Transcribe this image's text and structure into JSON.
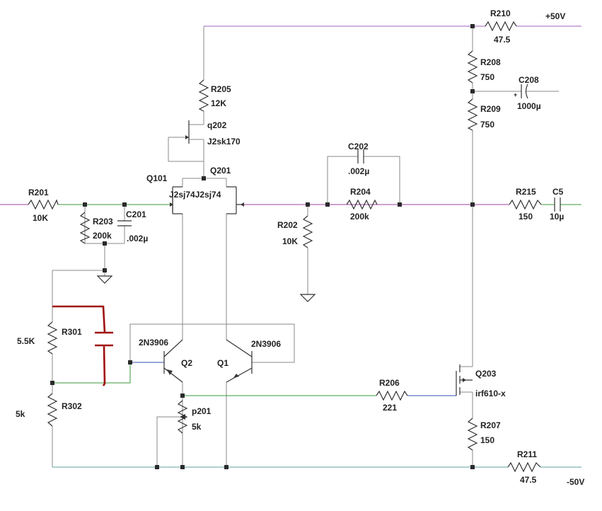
{
  "colors": {
    "wire_ground": "#8a8a8a",
    "wire_green": "#3a9a3a",
    "wire_purple": "#a040a0",
    "wire_supply_top": "#a060c0",
    "wire_supply_bottom": "#60a0a0",
    "wire_blue": "#3050b0",
    "annotation": "#a01010"
  },
  "components": {
    "R201": {
      "ref": "R201",
      "value": "10K"
    },
    "R203": {
      "ref": "R203",
      "value": "200k"
    },
    "C201": {
      "ref": "C201",
      "value": ".002µ"
    },
    "R205": {
      "ref": "R205",
      "value": "12K"
    },
    "q202": {
      "ref": "q202",
      "value": "J2sk170"
    },
    "Q101": {
      "ref": "Q101"
    },
    "Q201": {
      "ref": "Q201"
    },
    "Q101_Q201_model": "J2sj74J2sj74",
    "C202": {
      "ref": "C202",
      "value": ".002µ"
    },
    "R204": {
      "ref": "R204",
      "value": "200k"
    },
    "R202": {
      "ref": "R202",
      "value": "10K"
    },
    "R210": {
      "ref": "R210",
      "value": "47.5"
    },
    "R208": {
      "ref": "R208",
      "value": "750"
    },
    "C208": {
      "ref": "C208",
      "value": "1000µ"
    },
    "R209": {
      "ref": "R209",
      "value": "750"
    },
    "R215": {
      "ref": "R215",
      "value": "150"
    },
    "C5": {
      "ref": "C5",
      "value": "10µ"
    },
    "R301": {
      "ref": "R301",
      "value": "5.5K"
    },
    "R302": {
      "ref": "R302",
      "value": "5k"
    },
    "Q2": {
      "ref": "Q2",
      "value": "2N3906"
    },
    "Q1": {
      "ref": "Q1",
      "value": "2N3906"
    },
    "p201": {
      "ref": "p201",
      "value": "5k"
    },
    "R206": {
      "ref": "R206",
      "value": "221"
    },
    "Q203": {
      "ref": "Q203",
      "value": "irf610-x"
    },
    "R207": {
      "ref": "R207",
      "value": "150"
    },
    "R211": {
      "ref": "R211",
      "value": "47.5"
    }
  },
  "rails": {
    "positive": "+50V",
    "negative": "-50V"
  }
}
